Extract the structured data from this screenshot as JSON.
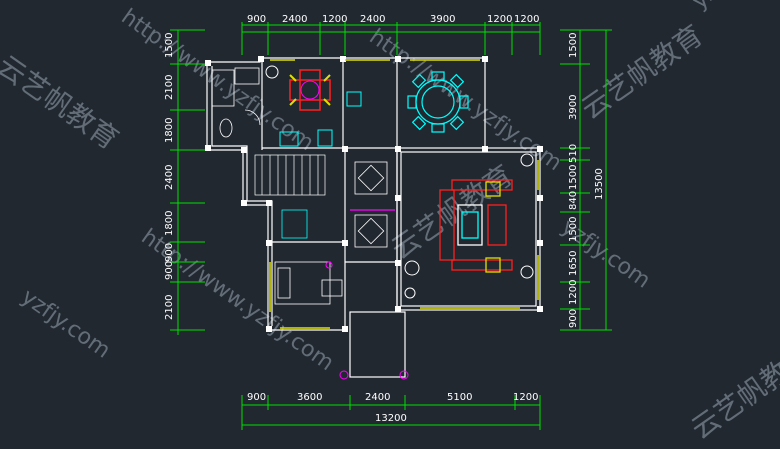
{
  "top_dims": [
    "900",
    "2400",
    "1200",
    "2400",
    "3900",
    "1200",
    "1200"
  ],
  "bottom_dims": [
    "900",
    "3600",
    "2400",
    "5100",
    "1200"
  ],
  "bottom_total": "13200",
  "left_dims": [
    "1500",
    "2100",
    "1800",
    "2400",
    "1800",
    "900",
    "900",
    "2100"
  ],
  "right_dims": [
    "1500",
    "3900",
    "510",
    "1500",
    "840",
    "1500",
    "1650",
    "1200",
    "900"
  ],
  "right_total": "13500",
  "watermarks": {
    "url_a": "http://www.yzfjy.com",
    "url_b": "yzfjy.com",
    "brand": "云艺帆教育"
  },
  "colors": {
    "background": "#212830",
    "dimension_line": "#00e000",
    "wall": "#ffffff",
    "furniture_cyan": "#00ffff",
    "furniture_red": "#ff2020",
    "furniture_magenta": "#ff00ff",
    "furniture_yellow": "#e0e000"
  }
}
